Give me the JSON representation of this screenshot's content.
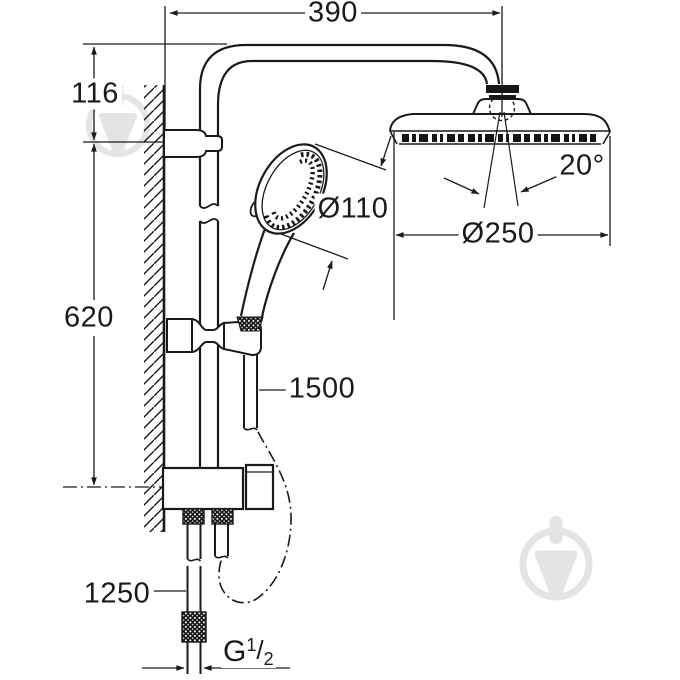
{
  "diagram": {
    "title": "shower-system-technical-drawing",
    "dimensions": {
      "arm_reach": "390",
      "top_offset": "116",
      "rail_length": "620",
      "hand_shower_diameter": "Ø110",
      "head_shower_diameter": "Ø250",
      "head_swivel_angle": "20°",
      "shower_hose_length": "1500",
      "inlet_hose_length": "1250",
      "thread": {
        "letter": "G",
        "numerator": "1",
        "slash": "/",
        "denominator": "2"
      }
    },
    "colors": {
      "line": "#1a1a1a",
      "watermark": "#e4e4e4",
      "background": "#ffffff"
    },
    "watermark": "trowel-in-circle-logo"
  }
}
